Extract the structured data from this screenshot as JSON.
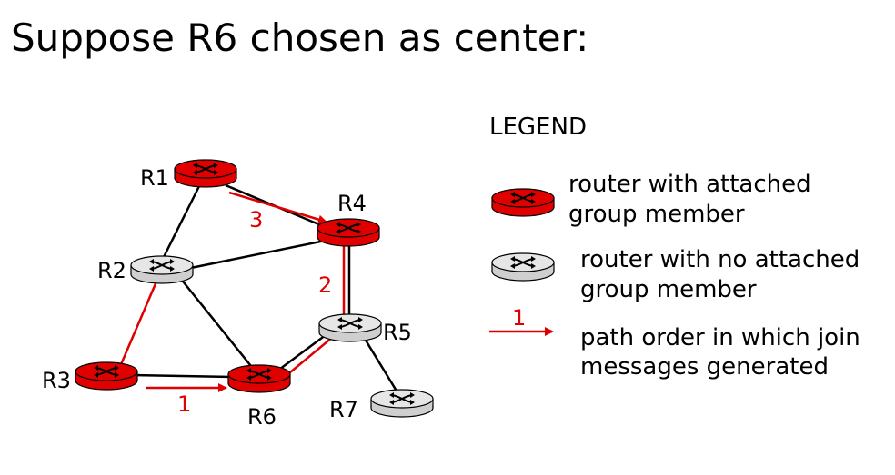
{
  "title": "Suppose R6 chosen as center:",
  "routers": {
    "r1": "R1",
    "r2": "R2",
    "r3": "R3",
    "r4": "R4",
    "r5": "R5",
    "r6": "R6",
    "r7": "R7"
  },
  "join_order": {
    "first": "1",
    "second": "2",
    "third": "3"
  },
  "legend": {
    "title": "LEGEND",
    "member_line1": "router with attached",
    "member_line2": "group member",
    "nonmember_line1": "router with no attached",
    "nonmember_line2": "group member",
    "path_label": "1",
    "path_line1": "path order in which join",
    "path_line2": "messages generated"
  },
  "colors": {
    "member_router": "#e00000",
    "nonmember_router": "#d9d9d9",
    "join_path": "#e00000"
  }
}
